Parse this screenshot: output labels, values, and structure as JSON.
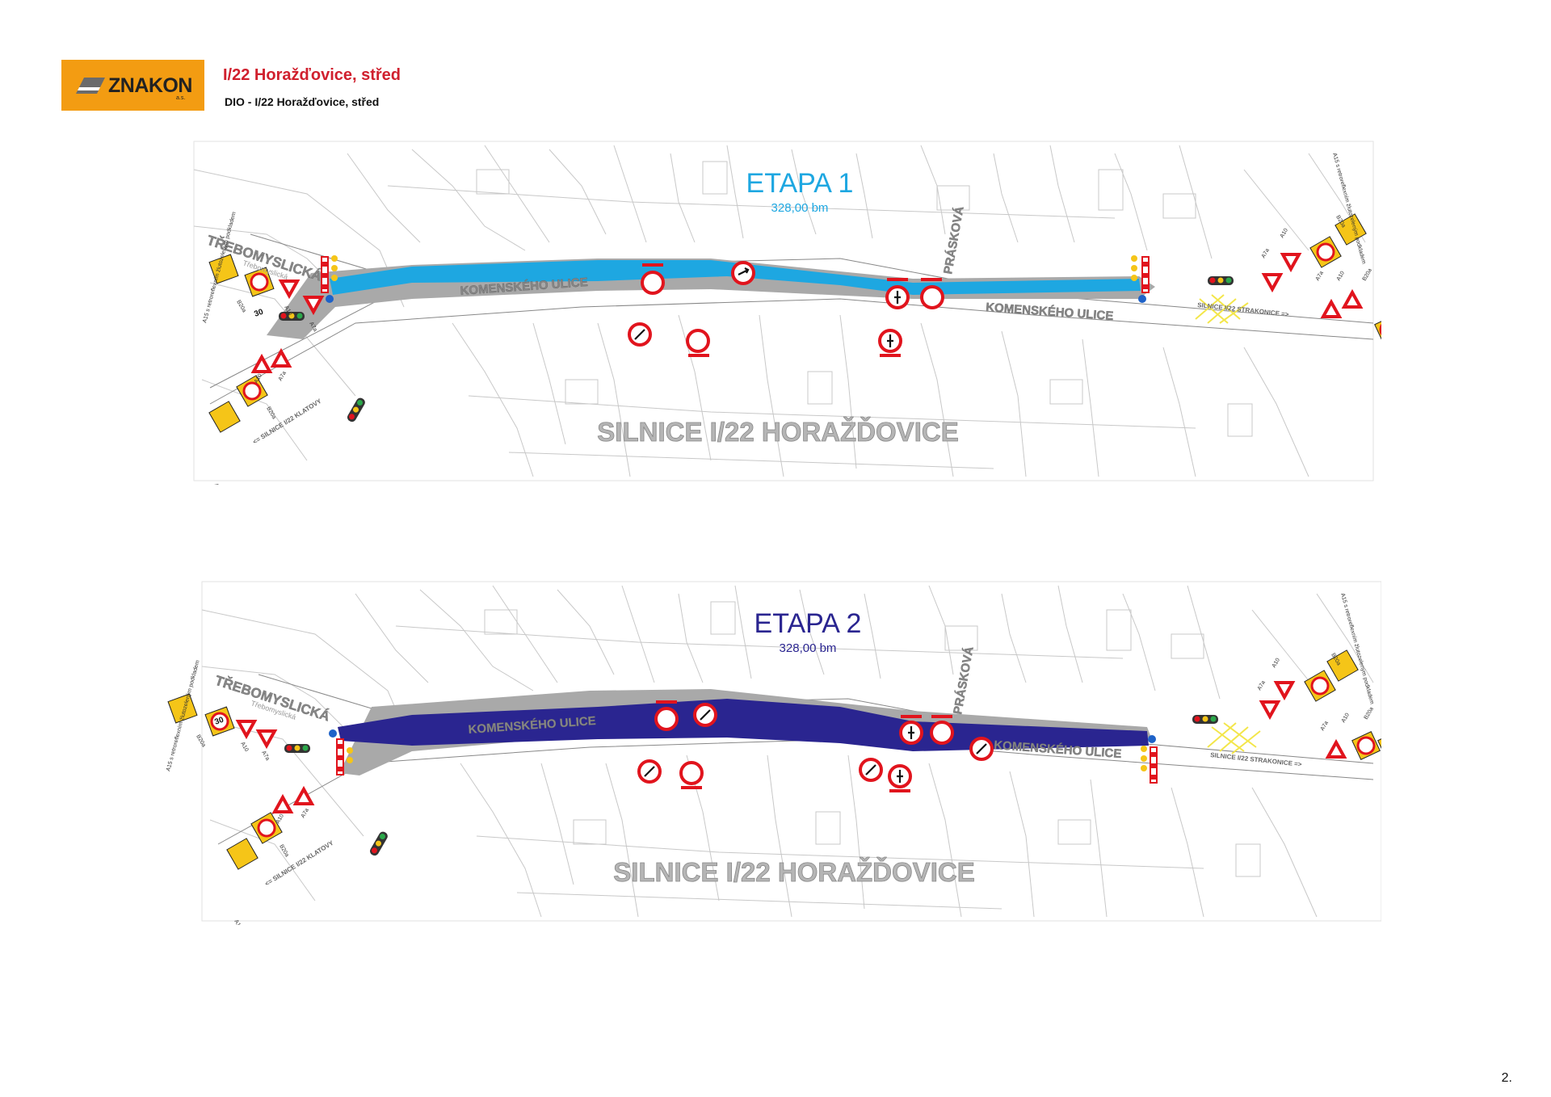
{
  "header": {
    "logo_text": "ZNAKON",
    "logo_sub": "a.s.",
    "title": "I/22 Horažďovice, střed",
    "subtitle": "DIO - I/22 Horažďovice, střed"
  },
  "colors": {
    "logo_orange": "#f39c12",
    "title_red": "#d0202e",
    "etapa1": "#1ea7e1",
    "etapa2": "#2a2590",
    "road_grey": "#a9a9a9",
    "sign_red": "#e1141d",
    "hatch_yellow": "#f3e64a"
  },
  "maps": [
    {
      "id": "etapa1",
      "title": "ETAPA 1",
      "length": "328,00 bm",
      "street_top": "KOMENSKÉHO ULICE",
      "street_right": "KOMENSKÉHO ULICE",
      "street_left": "TŘEBOMYSLICKÁ",
      "street_left_small": "Třebomyslická",
      "street_cross": "PRÁSKOVÁ",
      "road_big": "SILNICE I/22 HORAŽĎOVICE",
      "road_left": "<= SILNICE I/22 KLATOVY",
      "road_right": "SILNICE I/22 STRAKONICE =>",
      "labels": {
        "a10": "A10",
        "a7a": "A7a",
        "b20a": "B20a",
        "speed": "30"
      },
      "note": "A15 s retroreflexním žlutozeleným podkladem"
    },
    {
      "id": "etapa2",
      "title": "ETAPA 2",
      "length": "328,00 bm",
      "street_top": "KOMENSKÉHO ULICE",
      "street_right": "KOMENSKÉHO ULICE",
      "street_left": "TŘEBOMYSLICKÁ",
      "street_left_small": "Třebomyslická",
      "street_cross": "PRÁSKOVÁ",
      "road_big": "SILNICE I/22 HORAŽĎOVICE",
      "road_left": "<= SILNICE I/22 KLATOVY",
      "road_right": "SILNICE I/22 STRAKONICE =>",
      "labels": {
        "a10": "A10",
        "a7a": "A7a",
        "b20a": "B20a",
        "speed": "30"
      },
      "note": "A15 s retroreflexním žlutozeleným podkladem"
    }
  ],
  "page_number": "2."
}
